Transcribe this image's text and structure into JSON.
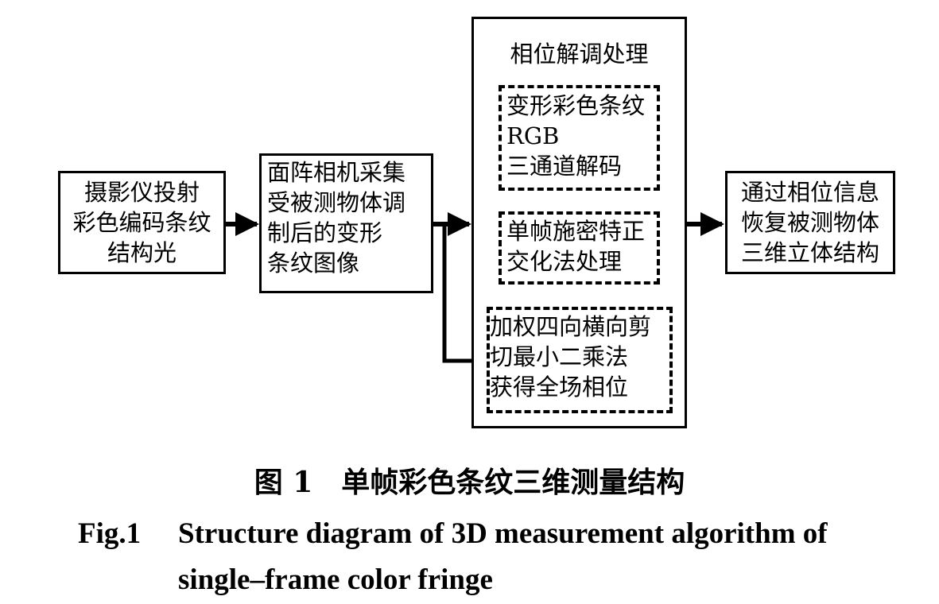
{
  "blocks": {
    "projector": [
      "摄影仪投射",
      "彩色编码条纹",
      "结构光"
    ],
    "camera": [
      "面阵相机采集",
      "受被测物体调",
      "制后的变形",
      "条纹图像"
    ],
    "phase_panel": {
      "title": "相位解调处理",
      "rgb_decode": [
        "变形彩色条纹",
        "RGB",
        "三通道解码"
      ],
      "orthogonal": [
        "单帧施密特正",
        "交化法处理"
      ],
      "least_squares": [
        "加权四向横向剪",
        "切最小二乘法",
        "获得全场相位"
      ]
    },
    "recover": [
      "通过相位信息",
      "恢复被测物体",
      "三维立体结构"
    ]
  },
  "caption": {
    "cn": "图 1　单帧彩色条纹三维测量结构",
    "en_label": "Fig.1",
    "en_line1": "Structure diagram of 3D measurement algorithm of",
    "en_line2": "single–frame color fringe"
  }
}
